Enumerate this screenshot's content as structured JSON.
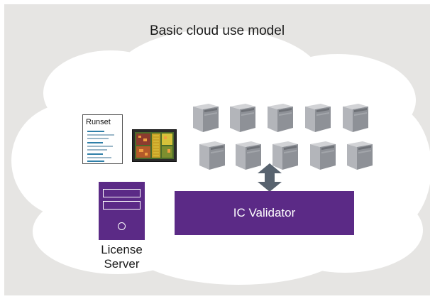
{
  "diagram": {
    "title": "Basic cloud use model",
    "runset_label": "Runset",
    "license_server": {
      "line1": "License",
      "line2": "Server"
    },
    "validator_label": "IC Validator",
    "colors": {
      "background": "#e6e5e3",
      "cloud": "#ffffff",
      "purple": "#5b2a86",
      "arrow": "#58636f",
      "doc_lines": "#2f7fa8"
    },
    "icons": [
      "document-icon",
      "chip-icon",
      "server-icon",
      "double-arrow-icon",
      "server-tower-icon"
    ]
  }
}
